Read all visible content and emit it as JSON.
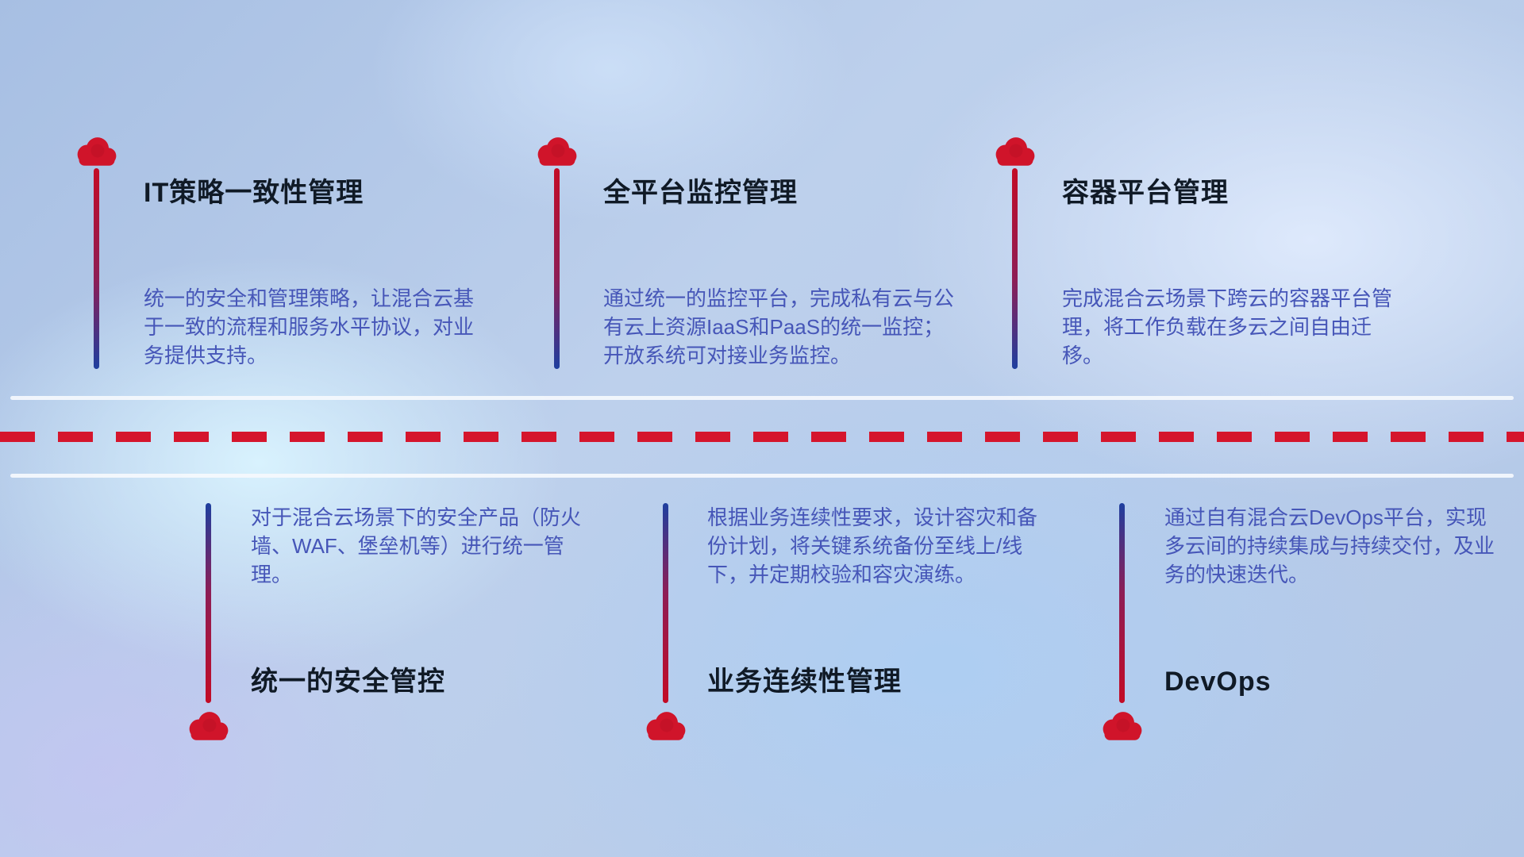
{
  "diagram_title": "",
  "items": [
    {
      "position": "top",
      "title": "IT策略一致性管理",
      "description": "统一的安全和管理策略，让混合云基于一致的流程和服务水平协议，对业务提供支持。"
    },
    {
      "position": "top",
      "title": "全平台监控管理",
      "description": "通过统一的监控平台，完成私有云与公有云上资源IaaS和PaaS的统一监控；开放系统可对接业务监控。"
    },
    {
      "position": "top",
      "title": "容器平台管理",
      "description": "完成混合云场景下跨云的容器平台管理，将工作负载在多云之间自由迁移。"
    },
    {
      "position": "bottom",
      "title": "统一的安全管控",
      "description": "对于混合云场景下的安全产品（防火墙、WAF、堡垒机等）进行统一管理。"
    },
    {
      "position": "bottom",
      "title": "业务连续性管理",
      "description": "根据业务连续性要求，设计容灾和备份计划，将关键系统备份至线上/线下，并定期校验和容灾演练。"
    },
    {
      "position": "bottom",
      "title": "DevOps",
      "description": "通过自有混合云DevOps平台，实现多云间的持续集成与持续交付，及业务的快速迭代。"
    }
  ],
  "colors": {
    "cloud_red": "#d0142a",
    "line_red": "#c30b25",
    "line_blue": "#1e3f9f",
    "dash_red": "#d5152c",
    "title_text": "#101a26",
    "description_text": "#4656b8",
    "divider_white": "#f5f9fd",
    "background_blue": "#b2c7e7"
  }
}
